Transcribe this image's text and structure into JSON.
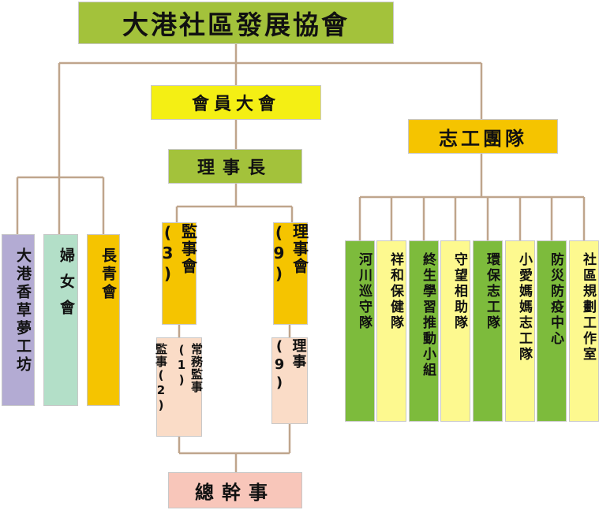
{
  "colors": {
    "line": "#bfa58c",
    "olive": "#a3c23b",
    "yellow": "#f4ef14",
    "orange": "#f5c400",
    "purple": "#b3abd3",
    "mint": "#b3dfc8",
    "peach": "#fadcc7",
    "pink": "#f8c6ba",
    "green": "#7dbb3c",
    "lightyellow": "#fdf98f"
  },
  "org": {
    "title": "大港社區發展協會",
    "assembly": "會員大會",
    "chair": "理事長",
    "volunteer_team": "志工團隊",
    "groups": [
      "大港香草夢工坊",
      "婦女會",
      "長青會"
    ],
    "supervisors": "監事會(3)",
    "directors": "理事會(9)",
    "standing_supervisor": "常務監事(1)",
    "supervisor_members": "監事(2)",
    "director_members": "理事(9)",
    "secretary": "總幹事",
    "teams": [
      "河川巡守隊",
      "祥和保健隊",
      "終生學習推動小組",
      "守望相助隊",
      "環保志工隊",
      "小愛媽媽志工隊",
      "防災防疫中心",
      "社區規劃工作室"
    ]
  }
}
